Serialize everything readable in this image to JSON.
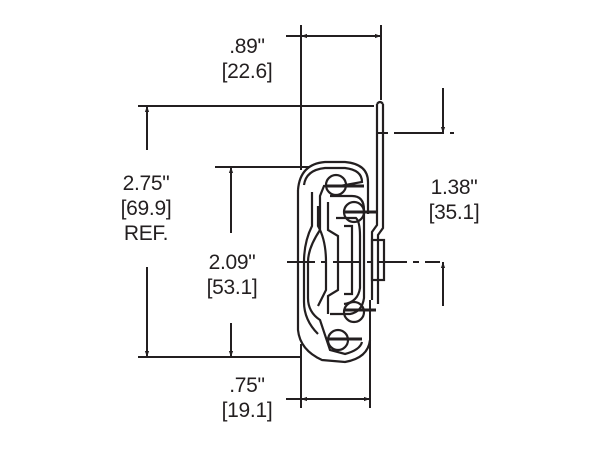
{
  "drawing": {
    "subject": "drawer slide cross-section",
    "line_color": "#231f20",
    "background": "#ffffff"
  },
  "dimensions": {
    "width_top": {
      "inch": ".89\"",
      "mm": "[22.6]"
    },
    "height_overall": {
      "inch": "2.75\"",
      "mm": "[69.9]",
      "note": "REF."
    },
    "height_inner": {
      "inch": "2.09\"",
      "mm": "[53.1]"
    },
    "offset_right": {
      "inch": "1.38\"",
      "mm": "[35.1]"
    },
    "width_bottom": {
      "inch": ".75\"",
      "mm": "[19.1]"
    }
  }
}
